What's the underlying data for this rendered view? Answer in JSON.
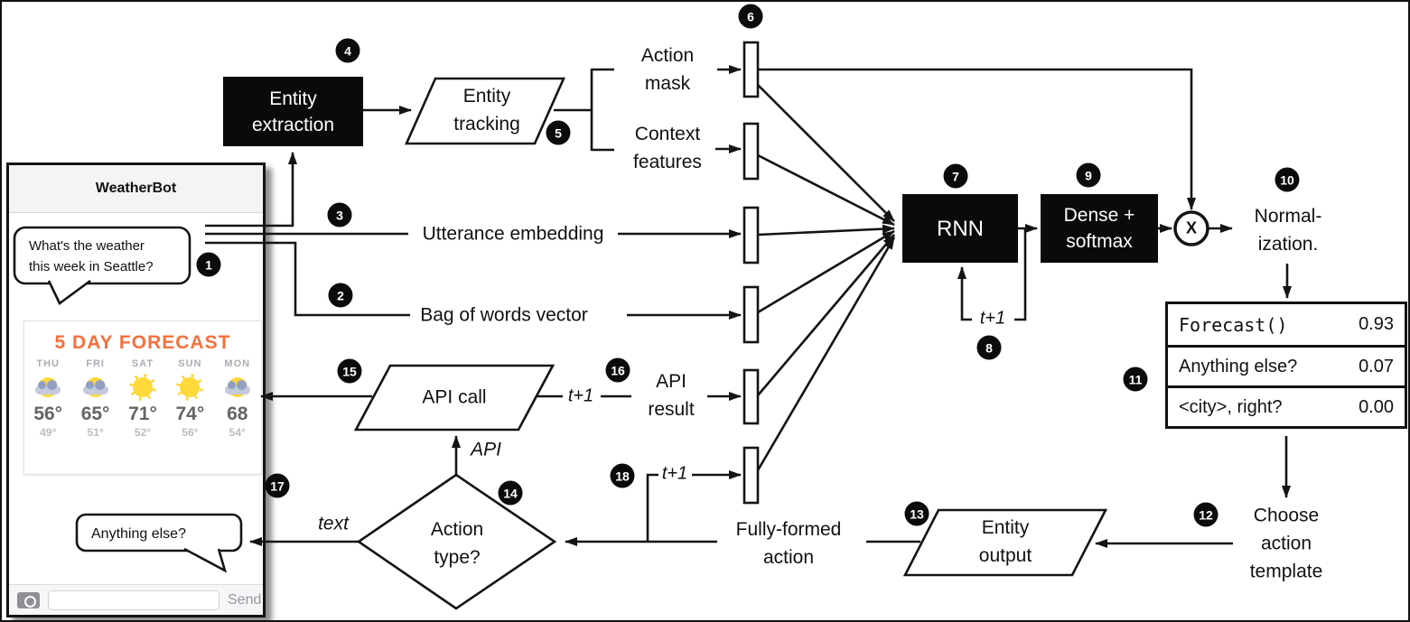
{
  "chat": {
    "title": "WeatherBot",
    "user_bubble_lines": [
      "What's the weather",
      "this week in Seattle?"
    ],
    "bot_bubble": "Anything else?",
    "send_label": "Send",
    "input_value": "",
    "forecast": {
      "title": "5 DAY FORECAST",
      "days": [
        "THU",
        "FRI",
        "SAT",
        "SUN",
        "MON"
      ],
      "icons": [
        "partly-cloudy",
        "partly-cloudy",
        "sunny",
        "sunny",
        "partly-cloudy"
      ],
      "highs": [
        "56°",
        "65°",
        "71°",
        "74°",
        "68"
      ],
      "lows": [
        "49°",
        "51°",
        "52°",
        "56°",
        "54°"
      ]
    }
  },
  "nodes": {
    "entity_extraction": [
      "Entity",
      "extraction"
    ],
    "entity_tracking": [
      "Entity",
      "tracking"
    ],
    "rnn": "RNN",
    "dense_softmax": [
      "Dense +",
      "softmax"
    ],
    "api_call": "API call",
    "action_type": [
      "Action",
      "type?"
    ],
    "entity_output": [
      "Entity",
      "output"
    ],
    "multiply": "X"
  },
  "labels": {
    "action_mask": [
      "Action",
      "mask"
    ],
    "context_features": [
      "Context",
      "features"
    ],
    "utterance_embedding": "Utterance embedding",
    "bag_of_words": "Bag of words vector",
    "api_result": [
      "API",
      "result"
    ],
    "fully_formed_action": [
      "Fully-formed",
      "action"
    ],
    "normalization": [
      "Normal-",
      "ization."
    ],
    "choose_action_template": [
      "Choose",
      "action",
      "template"
    ],
    "t_plus_1": "t+1",
    "api_edge": "API",
    "text_edge": "text"
  },
  "action_table": {
    "rows": [
      {
        "action": "Forecast()",
        "prob": "0.93"
      },
      {
        "action": "Anything else?",
        "prob": "0.07"
      },
      {
        "action": "<city>, right?",
        "prob": "0.00"
      }
    ]
  },
  "badges": [
    "1",
    "2",
    "3",
    "4",
    "5",
    "6",
    "7",
    "8",
    "9",
    "10",
    "11",
    "12",
    "13",
    "14",
    "15",
    "16",
    "17",
    "18"
  ],
  "colors": {
    "line": "#141414",
    "box_fill": "#0a0a0a",
    "forecast_accent": "#f4713c",
    "sun": "#ffd83a",
    "cloud": "#c3cade"
  }
}
